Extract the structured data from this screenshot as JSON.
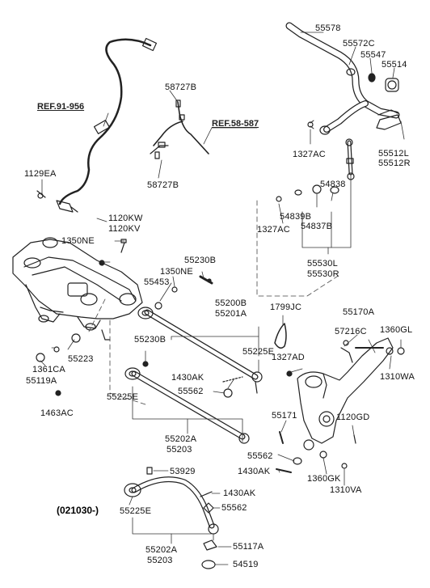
{
  "diagram": {
    "variant_note": "(021030-)",
    "references": {
      "ref_91_956": "REF.91-956",
      "ref_58_587": "REF.58-587"
    },
    "labels": {
      "p55578": "55578",
      "p55572C": "55572C",
      "p55547": "55547",
      "p55514": "55514",
      "p58727B_top": "58727B",
      "p58727B_bottom": "58727B",
      "p1327AC_top": "1327AC",
      "p55512L": "55512L",
      "p55512R": "55512R",
      "p1129EA": "1129EA",
      "p54839B": "54839B",
      "p54838": "54838",
      "p1327AC_mid": "1327AC",
      "p54837B": "54837B",
      "p1120KW": "1120KW",
      "p1120KV": "1120KV",
      "p1350NE_left": "1350NE",
      "p55230B_top": "55230B",
      "p1350NE_mid": "1350NE",
      "p55453": "55453",
      "p55530L": "55530L",
      "p55530R": "55530R",
      "p55200B": "55200B",
      "p55201A": "55201A",
      "p1799JC": "1799JC",
      "p55170A": "55170A",
      "p57216C": "57216C",
      "p1360GL": "1360GL",
      "p55225E_mid": "55225E",
      "p55223": "55223",
      "p1361CA": "1361CA",
      "p55119A": "55119A",
      "p55230B_low": "55230B",
      "p1327AD": "1327AD",
      "p1310WA": "1310WA",
      "p1430AK_mid": "1430AK",
      "p55562_mid": "55562",
      "p55225E_left": "55225E",
      "p1463AC": "1463AC",
      "p55171": "55171",
      "p1120GD": "1120GD",
      "p55202A_mid": "55202A",
      "p55203_mid": "55203",
      "p55562_low": "55562",
      "p1430AK_low": "1430AK",
      "p1360GK": "1360GK",
      "p1310VA": "1310VA",
      "p53929": "53929",
      "p1430AK_bot": "1430AK",
      "p55225E_bot": "55225E",
      "p55562_bot": "55562",
      "p55117A": "55117A",
      "p55202A_bot": "55202A",
      "p55203_bot": "55203",
      "p54519": "54519"
    }
  }
}
